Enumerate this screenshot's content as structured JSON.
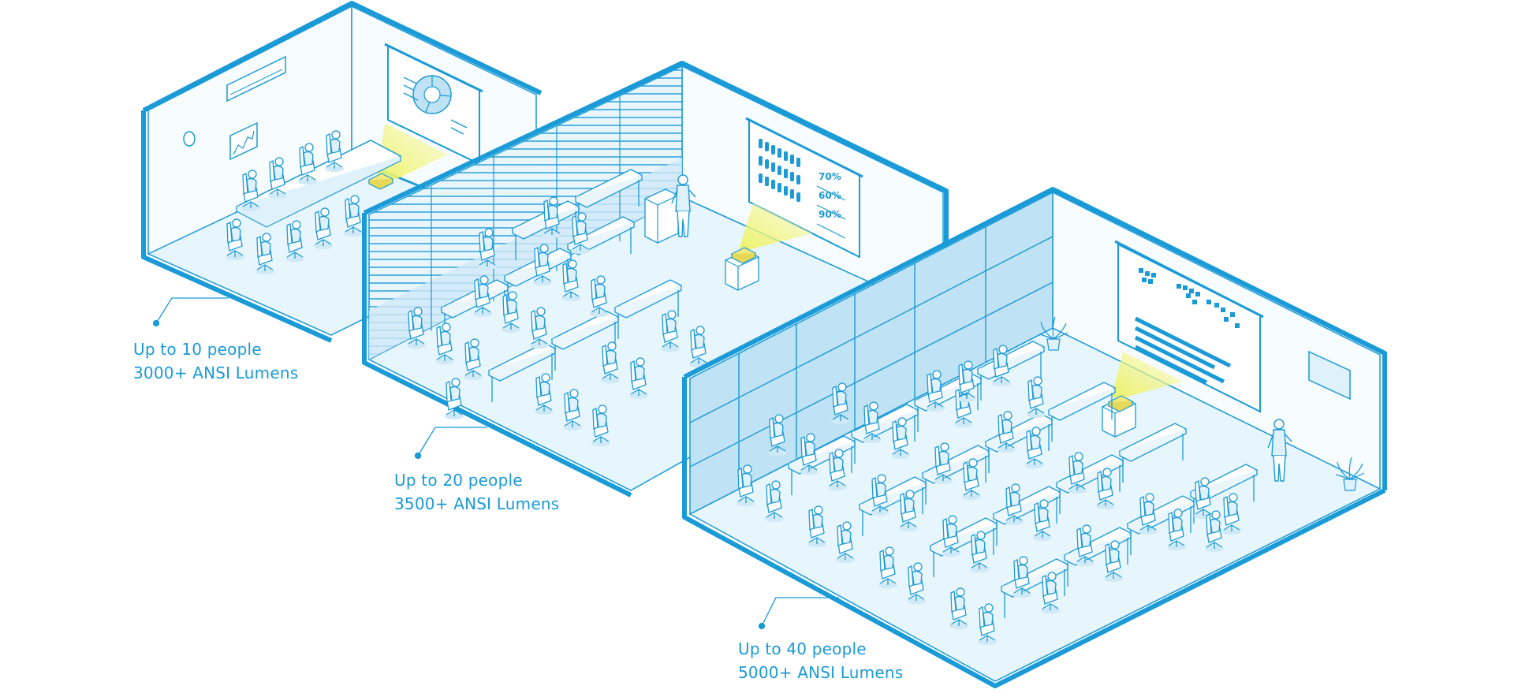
{
  "rooms": [
    {
      "id": "small",
      "capacity": "Up to 10 people",
      "brightness": "3000+ ANSI Lumens"
    },
    {
      "id": "medium",
      "capacity": "Up to 20 people",
      "brightness": "3500+ ANSI Lumens"
    },
    {
      "id": "large",
      "capacity": "Up to 40 people",
      "brightness": "5000+ ANSI Lumens"
    }
  ],
  "medium_screen": {
    "stats": [
      "70%",
      "60%",
      "90%"
    ]
  },
  "colors": {
    "outline": "#1a9ad6",
    "wall_fill": "#f4fbff",
    "floor_fill": "#dff1fb",
    "panel_fill": "#bfe2f4",
    "projector_beam": "#f3f27a",
    "label_text": "#1a9ad6"
  }
}
